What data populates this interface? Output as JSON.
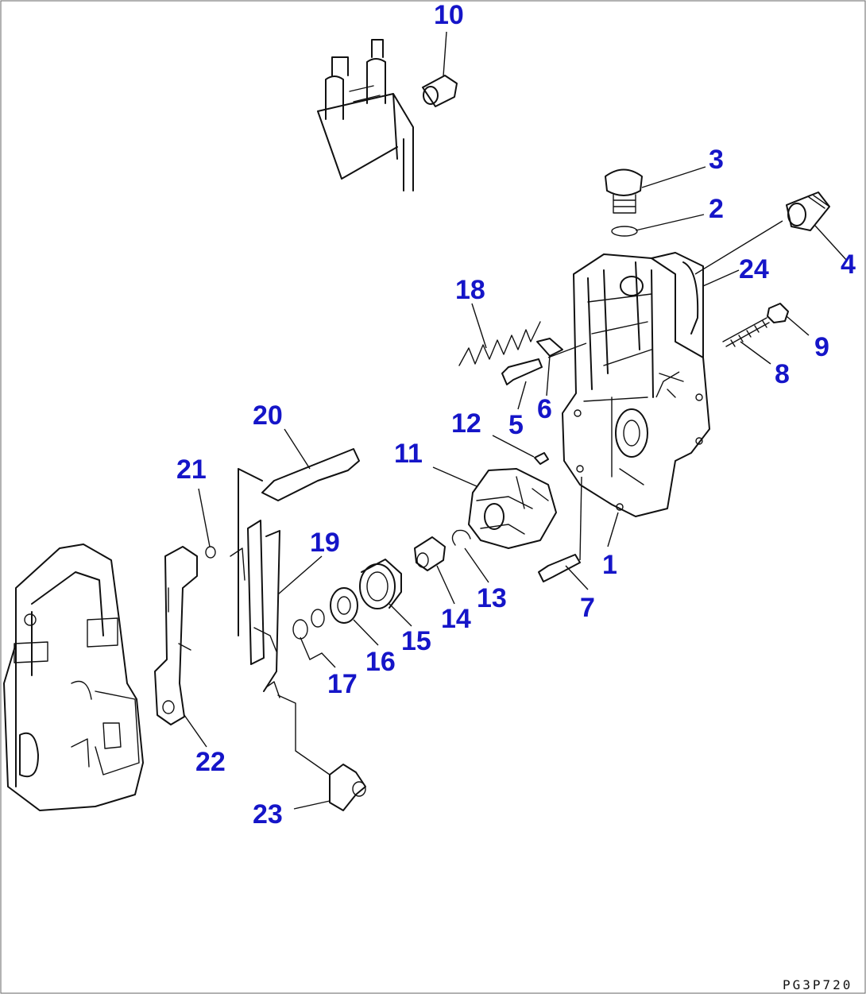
{
  "drawing_code": "PG3P720",
  "callout_color": "#1515c8",
  "callouts": [
    {
      "label": "1"
    },
    {
      "label": "2"
    },
    {
      "label": "3"
    },
    {
      "label": "4"
    },
    {
      "label": "5"
    },
    {
      "label": "6"
    },
    {
      "label": "7"
    },
    {
      "label": "8"
    },
    {
      "label": "9"
    },
    {
      "label": "10"
    },
    {
      "label": "11"
    },
    {
      "label": "12"
    },
    {
      "label": "13"
    },
    {
      "label": "14"
    },
    {
      "label": "15"
    },
    {
      "label": "16"
    },
    {
      "label": "17"
    },
    {
      "label": "18"
    },
    {
      "label": "19"
    },
    {
      "label": "20"
    },
    {
      "label": "21"
    },
    {
      "label": "22"
    },
    {
      "label": "23"
    },
    {
      "label": "24"
    }
  ]
}
